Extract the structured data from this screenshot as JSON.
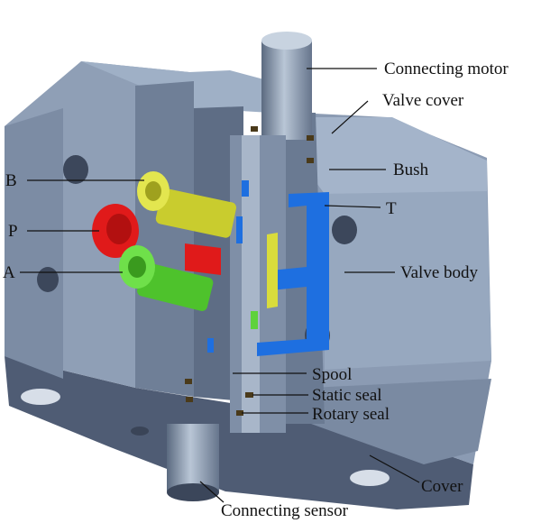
{
  "diagram": {
    "labels": {
      "connecting_motor": "Connecting motor",
      "valve_cover": "Valve cover",
      "bush": "Bush",
      "t_port": "T",
      "valve_body": "Valve body",
      "b_port": "B",
      "p_port": "P",
      "a_port": "A",
      "spool": "Spool",
      "static_seal": "Static seal",
      "rotary_seal": "Rotary seal",
      "cover": "Cover",
      "connecting_sensor": "Connecting sensor"
    },
    "colors": {
      "body": "#8d9db4",
      "body_light": "#a7b5c9",
      "body_dark": "#5f6e85",
      "body_darkest": "#4a5770",
      "port_b": "#d9dc3c",
      "port_p": "#e01a1a",
      "port_a": "#5fd23c",
      "channel_t": "#1e6fe0",
      "seal": "#4a3a1a"
    }
  }
}
